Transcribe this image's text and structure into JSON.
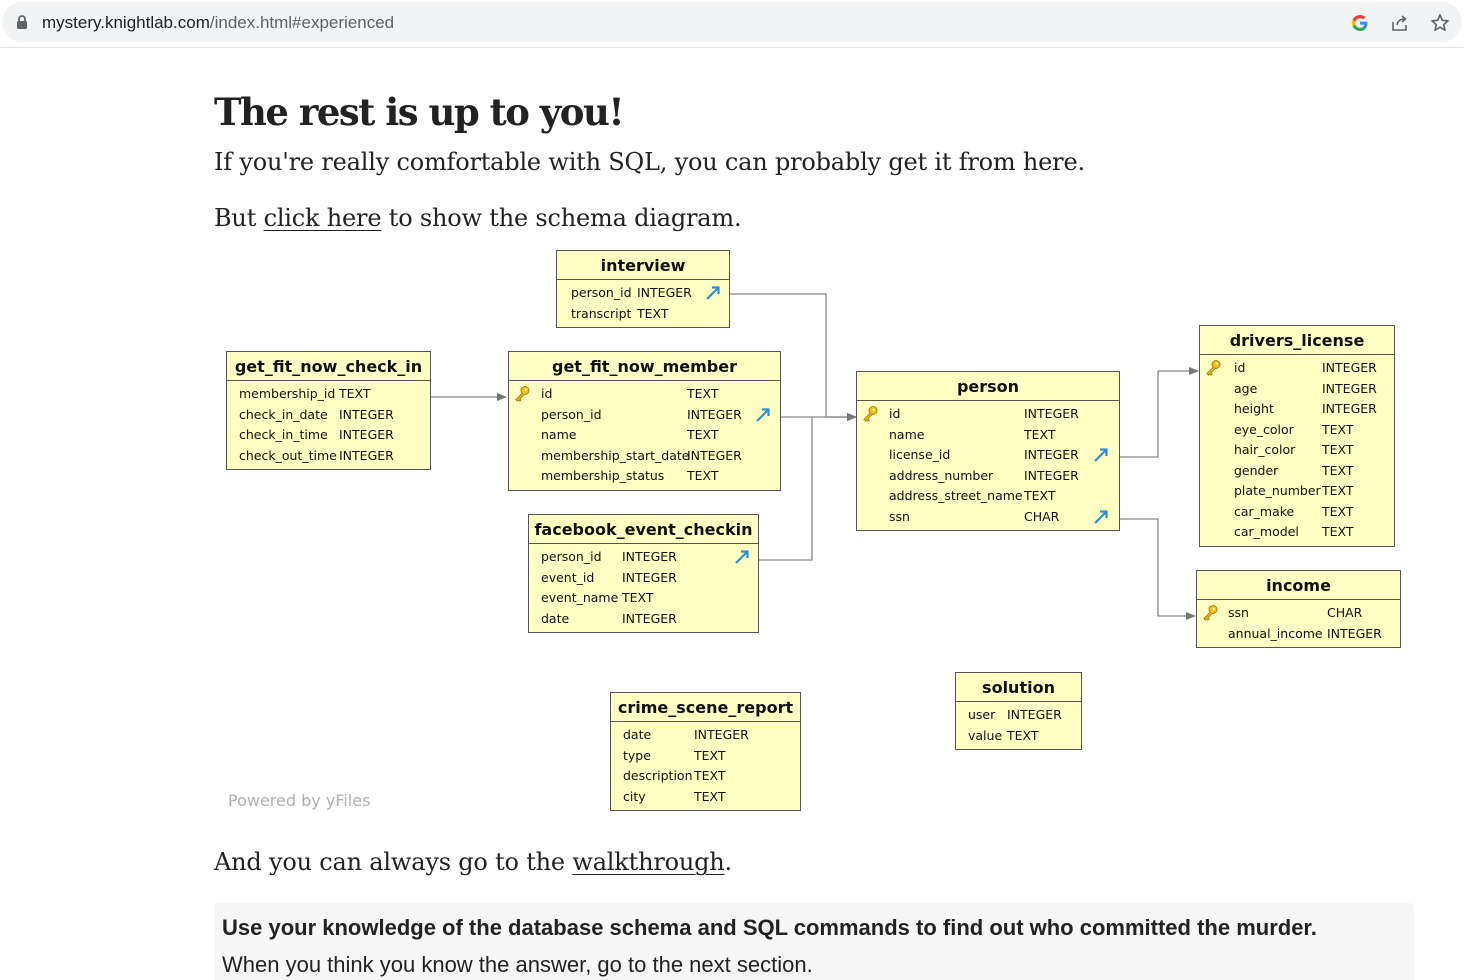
{
  "browser": {
    "url_host": "mystery.knightlab.com",
    "url_path": "/index.html#experienced",
    "icons": [
      "lock-icon",
      "google-icon",
      "share-icon",
      "star-icon"
    ]
  },
  "page": {
    "title": "The rest is up to you!",
    "intro": "If you're really comfortable with SQL, you can probably get it from here.",
    "schema_prefix": "But ",
    "schema_link": "click here",
    "schema_suffix": " to show the schema diagram.",
    "walk_prefix": "And you can always go to the ",
    "walk_link": "walkthrough",
    "walk_suffix": ".",
    "callout_strong": "Use your knowledge of the database schema and SQL commands to find out who committed the murder.",
    "callout_text": "When you think you know the answer, go to the next section."
  },
  "diagram": {
    "powered_by": "Powered by yFiles",
    "entities": {
      "interview": {
        "name": "interview",
        "fields": [
          {
            "name": "person_id",
            "type": "INTEGER",
            "fk": true
          },
          {
            "name": "transcript",
            "type": "TEXT"
          }
        ]
      },
      "get_fit_now_check_in": {
        "name": "get_fit_now_check_in",
        "fields": [
          {
            "name": "membership_id",
            "type": "TEXT"
          },
          {
            "name": "check_in_date",
            "type": "INTEGER"
          },
          {
            "name": "check_in_time",
            "type": "INTEGER"
          },
          {
            "name": "check_out_time",
            "type": "INTEGER"
          }
        ]
      },
      "get_fit_now_member": {
        "name": "get_fit_now_member",
        "fields": [
          {
            "name": "id",
            "type": "TEXT",
            "pk": true
          },
          {
            "name": "person_id",
            "type": "INTEGER",
            "fk": true
          },
          {
            "name": "name",
            "type": "TEXT"
          },
          {
            "name": "membership_start_date",
            "type": "INTEGER"
          },
          {
            "name": "membership_status",
            "type": "TEXT"
          }
        ]
      },
      "facebook_event_checkin": {
        "name": "facebook_event_checkin",
        "fields": [
          {
            "name": "person_id",
            "type": "INTEGER",
            "fk": true
          },
          {
            "name": "event_id",
            "type": "INTEGER"
          },
          {
            "name": "event_name",
            "type": "TEXT"
          },
          {
            "name": "date",
            "type": "INTEGER"
          }
        ]
      },
      "person": {
        "name": "person",
        "fields": [
          {
            "name": "id",
            "type": "INTEGER",
            "pk": true
          },
          {
            "name": "name",
            "type": "TEXT"
          },
          {
            "name": "license_id",
            "type": "INTEGER",
            "fk": true
          },
          {
            "name": "address_number",
            "type": "INTEGER"
          },
          {
            "name": "address_street_name",
            "type": "TEXT"
          },
          {
            "name": "ssn",
            "type": "CHAR",
            "fk": true
          }
        ]
      },
      "drivers_license": {
        "name": "drivers_license",
        "fields": [
          {
            "name": "id",
            "type": "INTEGER",
            "pk": true
          },
          {
            "name": "age",
            "type": "INTEGER"
          },
          {
            "name": "height",
            "type": "INTEGER"
          },
          {
            "name": "eye_color",
            "type": "TEXT"
          },
          {
            "name": "hair_color",
            "type": "TEXT"
          },
          {
            "name": "gender",
            "type": "TEXT"
          },
          {
            "name": "plate_number",
            "type": "TEXT"
          },
          {
            "name": "car_make",
            "type": "TEXT"
          },
          {
            "name": "car_model",
            "type": "TEXT"
          }
        ]
      },
      "income": {
        "name": "income",
        "fields": [
          {
            "name": "ssn",
            "type": "CHAR",
            "pk": true
          },
          {
            "name": "annual_income",
            "type": "INTEGER"
          }
        ]
      },
      "solution": {
        "name": "solution",
        "fields": [
          {
            "name": "user",
            "type": "INTEGER"
          },
          {
            "name": "value",
            "type": "TEXT"
          }
        ]
      },
      "crime_scene_report": {
        "name": "crime_scene_report",
        "fields": [
          {
            "name": "date",
            "type": "INTEGER"
          },
          {
            "name": "type",
            "type": "TEXT"
          },
          {
            "name": "description",
            "type": "TEXT"
          },
          {
            "name": "city",
            "type": "TEXT"
          }
        ]
      }
    }
  }
}
